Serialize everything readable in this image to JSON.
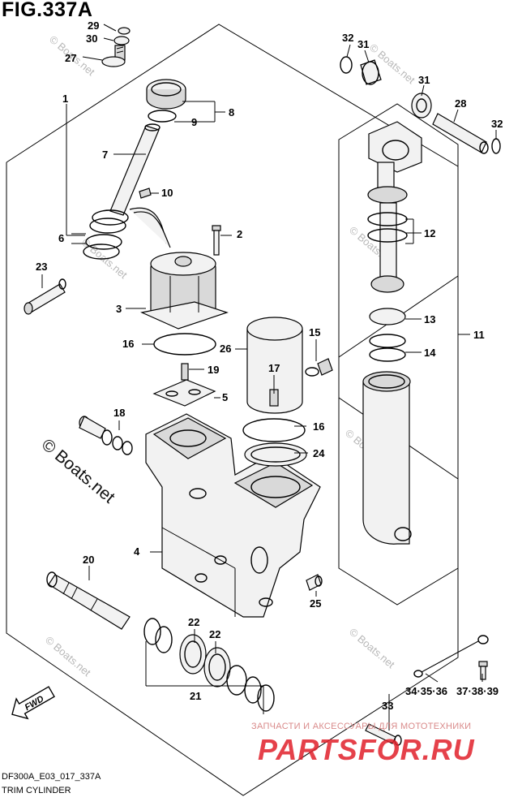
{
  "figure": {
    "title": "FIG.337A",
    "code": "DF300A_E03_017_337A",
    "caption": "TRIM CYLINDER"
  },
  "watermarks": {
    "small": "© Boats.net",
    "large": "© Boats.net"
  },
  "brand": {
    "tagline": "ЗАПЧАСТИ И АКСЕССУАРЫ ДЛЯ МОТОТЕХНИКИ",
    "logo": "PARTSFOR.RU"
  },
  "fwd_label": "FWD",
  "callouts": {
    "c1": "1",
    "c2": "2",
    "c3": "3",
    "c4": "4",
    "c5": "5",
    "c6": "6",
    "c7": "7",
    "c8": "8",
    "c9": "9",
    "c10": "10",
    "c11": "11",
    "c12": "12",
    "c13": "13",
    "c14": "14",
    "c15": "15",
    "c16a": "16",
    "c16b": "16",
    "c17": "17",
    "c18": "18",
    "c19": "19",
    "c20": "20",
    "c21": "21",
    "c22a": "22",
    "c22b": "22",
    "c23": "23",
    "c24": "24",
    "c25": "25",
    "c26": "26",
    "c27": "27",
    "c28": "28",
    "c29": "29",
    "c30": "30",
    "c31a": "31",
    "c31b": "31",
    "c32a": "32",
    "c32b": "32",
    "c33": "33",
    "c34": "34·35·36",
    "c37": "37·38·39"
  }
}
